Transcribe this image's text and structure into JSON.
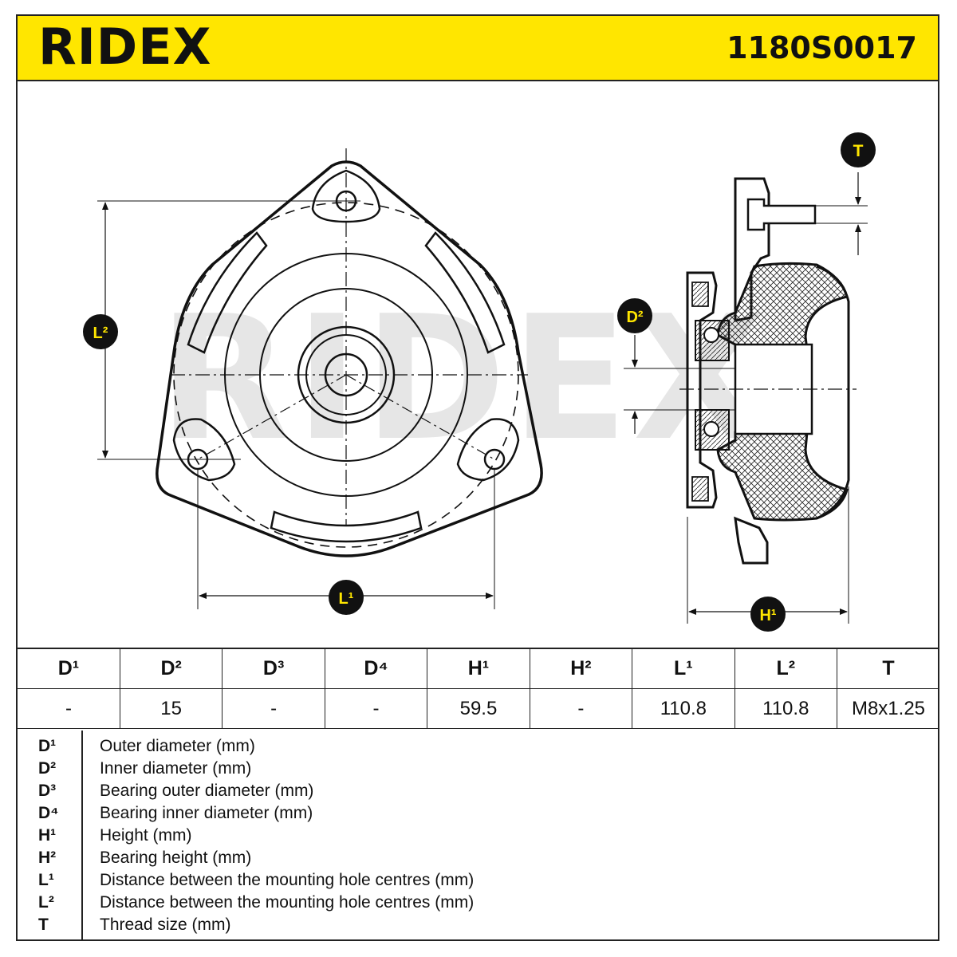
{
  "header": {
    "brand": "RIDEX",
    "part_number": "1180S0017"
  },
  "watermark": "RIDEX",
  "callouts": {
    "L1": "L¹",
    "L2": "L²",
    "D2": "D²",
    "H1": "H¹",
    "T": "T"
  },
  "spec_table": {
    "columns": [
      "D¹",
      "D²",
      "D³",
      "D⁴",
      "H¹",
      "H²",
      "L¹",
      "L²",
      "T"
    ],
    "values": [
      "-",
      "15",
      "-",
      "-",
      "59.5",
      "-",
      "110.8",
      "110.8",
      "M8x1.25"
    ]
  },
  "legend": [
    {
      "key": "D¹",
      "desc": "Outer diameter (mm)"
    },
    {
      "key": "D²",
      "desc": "Inner diameter (mm)"
    },
    {
      "key": "D³",
      "desc": "Bearing outer diameter (mm)"
    },
    {
      "key": "D⁴",
      "desc": "Bearing inner diameter (mm)"
    },
    {
      "key": "H¹",
      "desc": "Height (mm)"
    },
    {
      "key": "H²",
      "desc": "Bearing height (mm)"
    },
    {
      "key": "L¹",
      "desc": "Distance between the mounting hole centres (mm)"
    },
    {
      "key": "L²",
      "desc": "Distance between the mounting hole centres (mm)"
    },
    {
      "key": "T",
      "desc": "Thread size (mm)"
    }
  ],
  "colors": {
    "brand_yellow": "#ffe600",
    "callout_bg": "#111111",
    "callout_text": "#ffe600",
    "line": "#111111",
    "watermark": "#e6e6e6"
  }
}
